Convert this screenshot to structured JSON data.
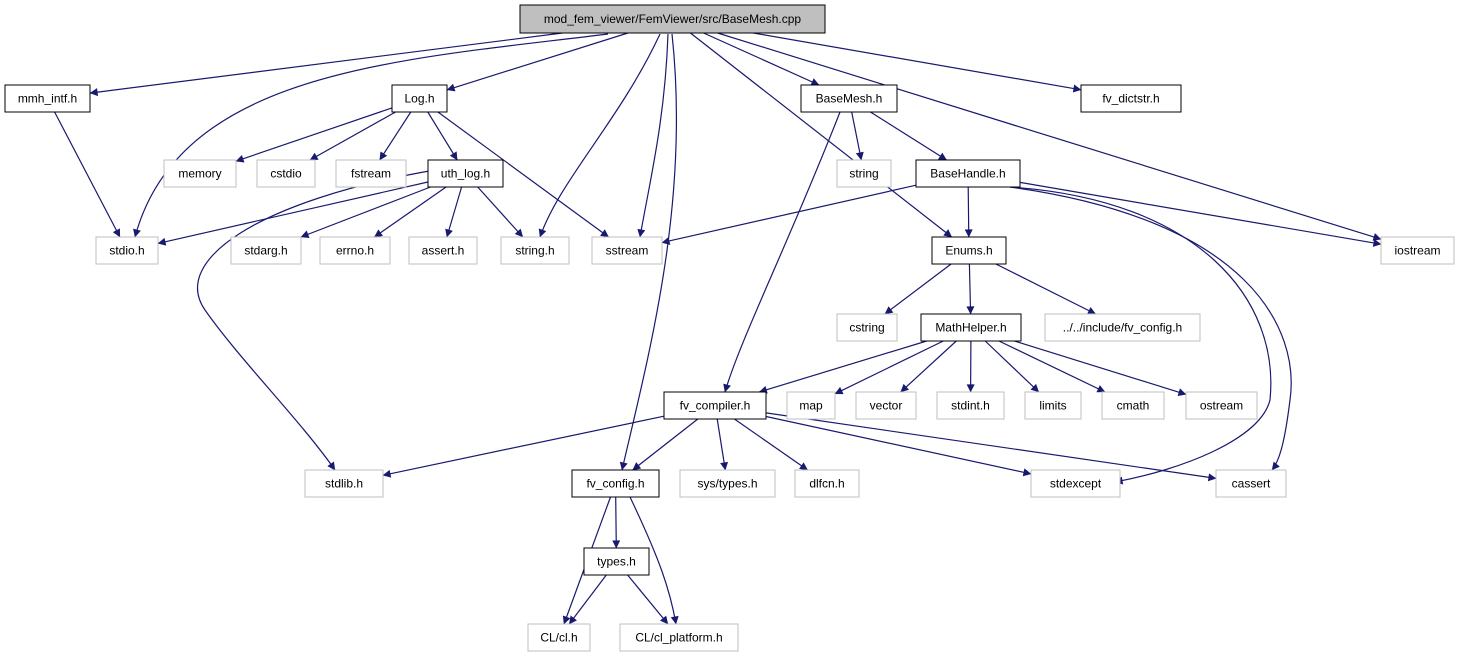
{
  "colors": {
    "background": "#ffffff",
    "edge": "#191970",
    "root_fill": "#bfbfbf",
    "internal_border": "#000000",
    "external_border": "#bfbfbf",
    "text": "#000000"
  },
  "nodes": [
    {
      "id": "root",
      "label": "mod_fem_viewer/FemViewer/src/BaseMesh.cpp",
      "kind": "root"
    },
    {
      "id": "mmh_intf",
      "label": "mmh_intf.h",
      "kind": "internal"
    },
    {
      "id": "log_h",
      "label": "Log.h",
      "kind": "internal"
    },
    {
      "id": "basemesh_h",
      "label": "BaseMesh.h",
      "kind": "internal"
    },
    {
      "id": "fv_dictstr",
      "label": "fv_dictstr.h",
      "kind": "internal"
    },
    {
      "id": "memory",
      "label": "memory",
      "kind": "external"
    },
    {
      "id": "cstdio",
      "label": "cstdio",
      "kind": "external"
    },
    {
      "id": "fstream",
      "label": "fstream",
      "kind": "external"
    },
    {
      "id": "uth_log",
      "label": "uth_log.h",
      "kind": "internal"
    },
    {
      "id": "string",
      "label": "string",
      "kind": "external"
    },
    {
      "id": "basehandle",
      "label": "BaseHandle.h",
      "kind": "internal"
    },
    {
      "id": "stdio_h",
      "label": "stdio.h",
      "kind": "external"
    },
    {
      "id": "stdarg",
      "label": "stdarg.h",
      "kind": "external"
    },
    {
      "id": "errno",
      "label": "errno.h",
      "kind": "external"
    },
    {
      "id": "assert",
      "label": "assert.h",
      "kind": "external"
    },
    {
      "id": "string_h",
      "label": "string.h",
      "kind": "external"
    },
    {
      "id": "sstream",
      "label": "sstream",
      "kind": "external"
    },
    {
      "id": "enums",
      "label": "Enums.h",
      "kind": "internal"
    },
    {
      "id": "iostream",
      "label": "iostream",
      "kind": "external"
    },
    {
      "id": "cstring",
      "label": "cstring",
      "kind": "external"
    },
    {
      "id": "mathhelper",
      "label": "MathHelper.h",
      "kind": "internal"
    },
    {
      "id": "inc_fv_config",
      "label": "../../include/fv_config.h",
      "kind": "external"
    },
    {
      "id": "fv_compiler",
      "label": "fv_compiler.h",
      "kind": "internal"
    },
    {
      "id": "map",
      "label": "map",
      "kind": "external"
    },
    {
      "id": "vector",
      "label": "vector",
      "kind": "external"
    },
    {
      "id": "stdint",
      "label": "stdint.h",
      "kind": "external"
    },
    {
      "id": "limits",
      "label": "limits",
      "kind": "external"
    },
    {
      "id": "cmath",
      "label": "cmath",
      "kind": "external"
    },
    {
      "id": "ostream",
      "label": "ostream",
      "kind": "external"
    },
    {
      "id": "stdlib",
      "label": "stdlib.h",
      "kind": "external"
    },
    {
      "id": "fv_config",
      "label": "fv_config.h",
      "kind": "internal"
    },
    {
      "id": "sys_types",
      "label": "sys/types.h",
      "kind": "external"
    },
    {
      "id": "dlfcn",
      "label": "dlfcn.h",
      "kind": "external"
    },
    {
      "id": "stdexcept",
      "label": "stdexcept",
      "kind": "external"
    },
    {
      "id": "cassert",
      "label": "cassert",
      "kind": "external"
    },
    {
      "id": "types_h",
      "label": "types.h",
      "kind": "internal"
    },
    {
      "id": "cl_h",
      "label": "CL/cl.h",
      "kind": "external"
    },
    {
      "id": "cl_platform",
      "label": "CL/cl_platform.h",
      "kind": "external"
    }
  ],
  "edges": [
    [
      "root",
      "mmh_intf"
    ],
    [
      "root",
      "log_h"
    ],
    [
      "root",
      "basemesh_h"
    ],
    [
      "root",
      "fv_dictstr"
    ],
    [
      "root",
      "stdio_h"
    ],
    [
      "root",
      "string_h"
    ],
    [
      "root",
      "sstream"
    ],
    [
      "root",
      "fv_config"
    ],
    [
      "root",
      "enums"
    ],
    [
      "root",
      "iostream"
    ],
    [
      "mmh_intf",
      "stdio_h"
    ],
    [
      "log_h",
      "memory"
    ],
    [
      "log_h",
      "cstdio"
    ],
    [
      "log_h",
      "fstream"
    ],
    [
      "log_h",
      "uth_log"
    ],
    [
      "log_h",
      "sstream"
    ],
    [
      "uth_log",
      "stdio_h"
    ],
    [
      "uth_log",
      "stdarg"
    ],
    [
      "uth_log",
      "errno"
    ],
    [
      "uth_log",
      "assert"
    ],
    [
      "uth_log",
      "string_h"
    ],
    [
      "uth_log",
      "stdlib"
    ],
    [
      "basemesh_h",
      "string"
    ],
    [
      "basemesh_h",
      "basehandle"
    ],
    [
      "basemesh_h",
      "fv_compiler"
    ],
    [
      "basehandle",
      "sstream"
    ],
    [
      "basehandle",
      "enums"
    ],
    [
      "basehandle",
      "iostream"
    ],
    [
      "basehandle",
      "stdexcept"
    ],
    [
      "basehandle",
      "cassert"
    ],
    [
      "enums",
      "cstring"
    ],
    [
      "enums",
      "mathhelper"
    ],
    [
      "enums",
      "inc_fv_config"
    ],
    [
      "mathhelper",
      "fv_compiler"
    ],
    [
      "mathhelper",
      "map"
    ],
    [
      "mathhelper",
      "vector"
    ],
    [
      "mathhelper",
      "stdint"
    ],
    [
      "mathhelper",
      "limits"
    ],
    [
      "mathhelper",
      "cmath"
    ],
    [
      "mathhelper",
      "ostream"
    ],
    [
      "fv_compiler",
      "stdlib"
    ],
    [
      "fv_compiler",
      "fv_config"
    ],
    [
      "fv_compiler",
      "sys_types"
    ],
    [
      "fv_compiler",
      "dlfcn"
    ],
    [
      "fv_compiler",
      "stdexcept"
    ],
    [
      "fv_compiler",
      "cassert"
    ],
    [
      "fv_config",
      "types_h"
    ],
    [
      "fv_config",
      "cl_h"
    ],
    [
      "fv_config",
      "cl_platform"
    ],
    [
      "types_h",
      "cl_h"
    ],
    [
      "types_h",
      "cl_platform"
    ]
  ]
}
